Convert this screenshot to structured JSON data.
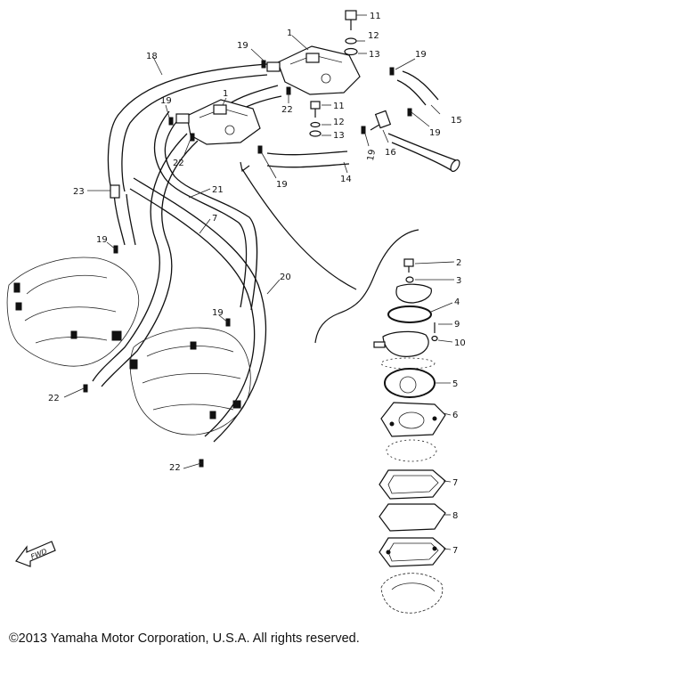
{
  "diagram": {
    "callouts": [
      {
        "id": "c-11-top",
        "text": "11"
      },
      {
        "id": "c-12-top",
        "text": "12"
      },
      {
        "id": "c-13-top",
        "text": "13"
      },
      {
        "id": "c-1-top",
        "text": "1"
      },
      {
        "id": "c-19-a",
        "text": "19"
      },
      {
        "id": "c-18",
        "text": "18"
      },
      {
        "id": "c-19-b",
        "text": "19"
      },
      {
        "id": "c-15",
        "text": "15"
      },
      {
        "id": "c-22-a",
        "text": "22"
      },
      {
        "id": "c-1-mid",
        "text": "1"
      },
      {
        "id": "c-11-mid",
        "text": "11"
      },
      {
        "id": "c-12-mid",
        "text": "12"
      },
      {
        "id": "c-13-mid",
        "text": "13"
      },
      {
        "id": "c-19-c",
        "text": "19"
      },
      {
        "id": "c-19-d",
        "text": "19"
      },
      {
        "id": "c-16",
        "text": "16"
      },
      {
        "id": "c-19-e",
        "text": "19"
      },
      {
        "id": "c-22-b",
        "text": "22"
      },
      {
        "id": "c-19-f",
        "text": "19"
      },
      {
        "id": "c-14",
        "text": "14"
      },
      {
        "id": "c-23",
        "text": "23"
      },
      {
        "id": "c-21",
        "text": "21"
      },
      {
        "id": "c-7-hose",
        "text": "7"
      },
      {
        "id": "c-19-g",
        "text": "19"
      },
      {
        "id": "c-20",
        "text": "20"
      },
      {
        "id": "c-19-h",
        "text": "19"
      },
      {
        "id": "c-22-c",
        "text": "22"
      },
      {
        "id": "c-22-d",
        "text": "22"
      },
      {
        "id": "c-2",
        "text": "2"
      },
      {
        "id": "c-3",
        "text": "3"
      },
      {
        "id": "c-4",
        "text": "4"
      },
      {
        "id": "c-9",
        "text": "9"
      },
      {
        "id": "c-10",
        "text": "10"
      },
      {
        "id": "c-5",
        "text": "5"
      },
      {
        "id": "c-6",
        "text": "6"
      },
      {
        "id": "c-7-a",
        "text": "7"
      },
      {
        "id": "c-8",
        "text": "8"
      },
      {
        "id": "c-7-b",
        "text": "7"
      }
    ],
    "fwd_label": "FWD"
  },
  "copyright": "©2013 Yamaha Motor Corporation, U.S.A. All rights reserved."
}
